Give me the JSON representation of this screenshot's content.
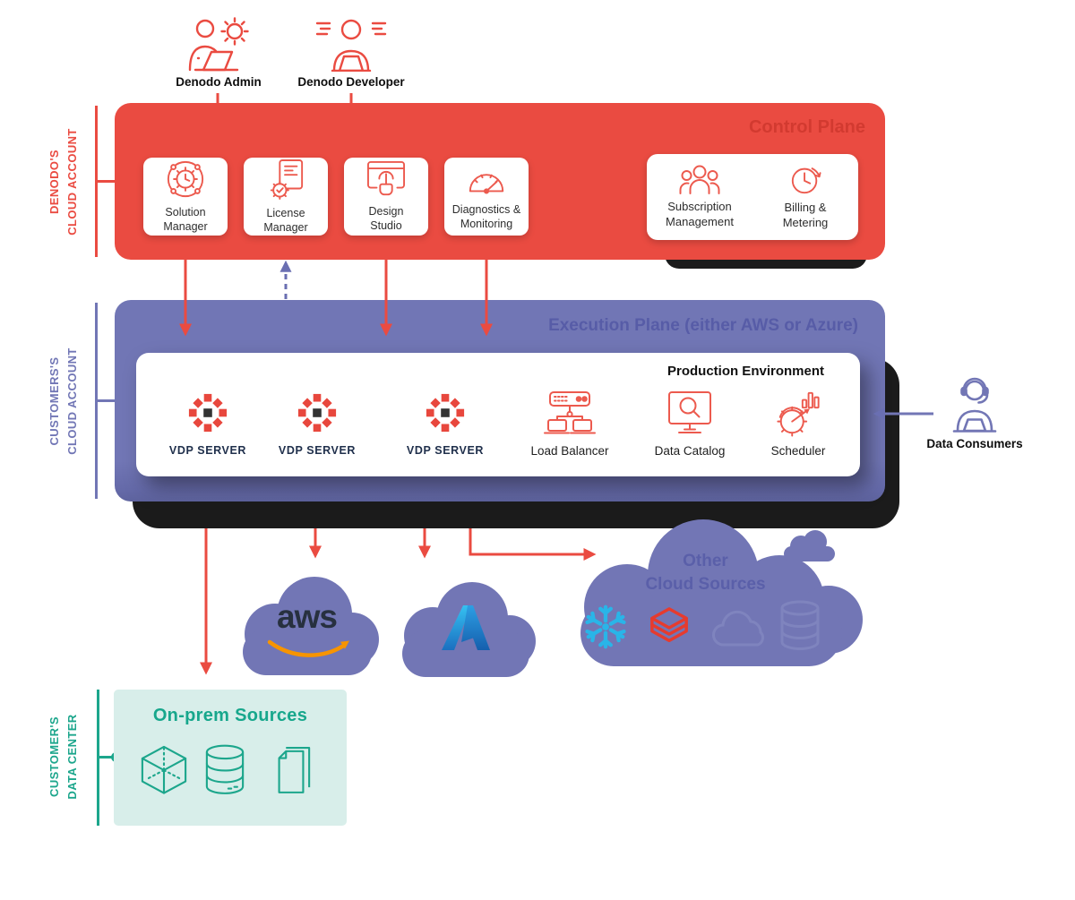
{
  "personas": {
    "admin": {
      "label": "Denodo Admin"
    },
    "developer": {
      "label": "Denodo Developer"
    },
    "consumers": {
      "label": "Data Consumers"
    }
  },
  "side_labels": {
    "denodo_cloud": "DENODO'S\nCLOUD ACCOUNT",
    "customer_cloud": "CUSTOMERS'S\nCLOUD ACCOUNT",
    "customer_dc": "CUSTOMER'S\nDATA CENTER"
  },
  "control_plane": {
    "title": "Control Plane",
    "cards": [
      {
        "label": "Solution\nManager",
        "icon": "solution-manager-icon"
      },
      {
        "label": "License\nManager",
        "icon": "license-manager-icon"
      },
      {
        "label": "Design\nStudio",
        "icon": "design-studio-icon"
      },
      {
        "label": "Diagnostics &\nMonitoring",
        "icon": "diagnostics-monitoring-icon"
      }
    ],
    "management": [
      {
        "label": "Subscription\nManagement",
        "icon": "subscription-management-icon"
      },
      {
        "label": "Billing &\nMetering",
        "icon": "billing-metering-icon"
      }
    ]
  },
  "execution_plane": {
    "title": "Execution Plane (either AWS or Azure)",
    "production": {
      "title": "Production Environment",
      "items": [
        {
          "label": "VDP SERVER",
          "icon": "denodo-logo-icon"
        },
        {
          "label": "VDP SERVER",
          "icon": "denodo-logo-icon"
        },
        {
          "label": "VDP SERVER",
          "icon": "denodo-logo-icon"
        },
        {
          "label": "Load Balancer",
          "icon": "load-balancer-icon"
        },
        {
          "label": "Data Catalog",
          "icon": "data-catalog-icon"
        },
        {
          "label": "Scheduler",
          "icon": "scheduler-icon"
        }
      ]
    }
  },
  "clouds": {
    "aws": {
      "label": "aws"
    },
    "other": {
      "label": "Other\nCloud Sources",
      "sources": [
        "snowflake",
        "databricks"
      ]
    }
  },
  "onprem": {
    "title": "On-prem Sources"
  },
  "colors": {
    "red": "#EA4B41",
    "red_dark_title": "#D23A30",
    "icon_coral": "#EC5A4E",
    "purple": "#7176B5",
    "purple_dark_title": "#575CA7",
    "teal": "#1CA68C",
    "teal_bg": "#D8EEEA",
    "aws_navy": "#27303F",
    "aws_orange": "#F79400",
    "snowflake_cyan": "#29B5E8",
    "databricks_red": "#E63B2E",
    "shadow_black": "#1B1B1B"
  }
}
